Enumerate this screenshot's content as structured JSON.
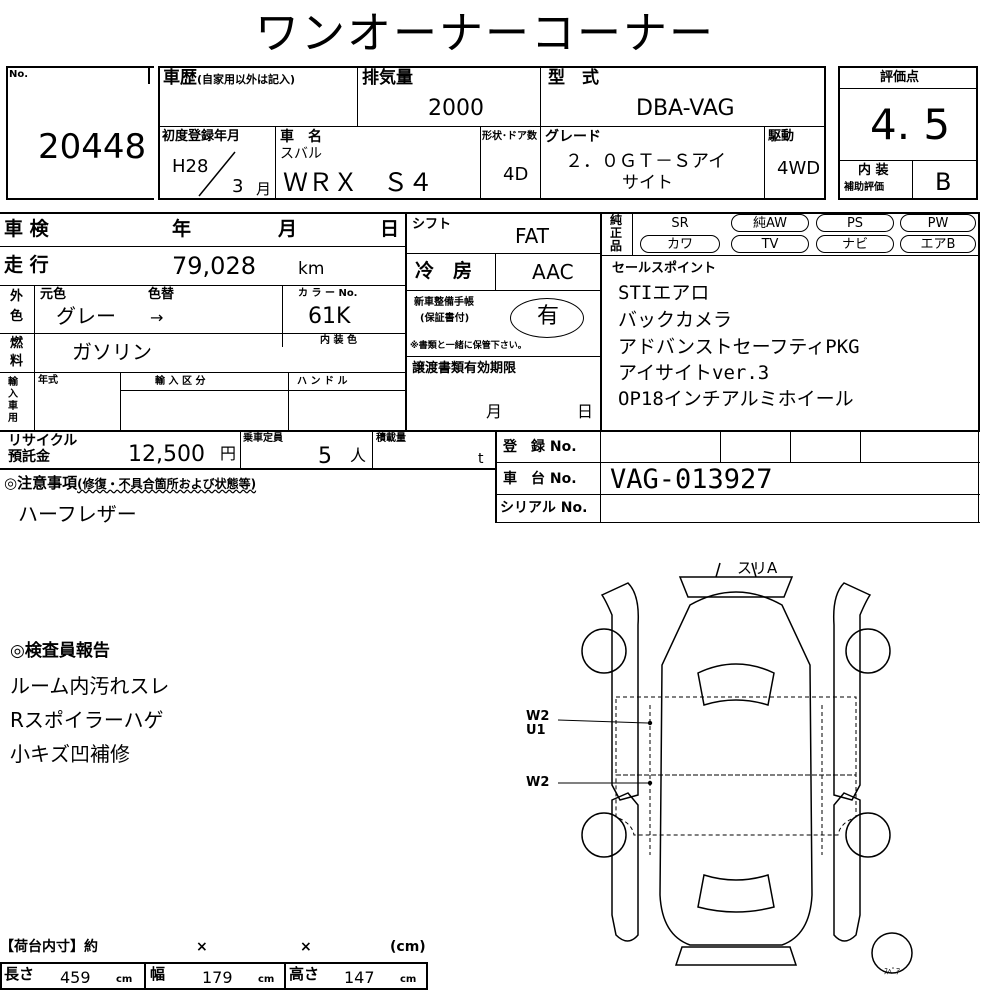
{
  "title": "ワンオーナーコーナー",
  "no": {
    "label": "No.",
    "value": "20448"
  },
  "history": {
    "label": "車歴",
    "note": "(自家用以外は記入)"
  },
  "displacement": {
    "label": "排気量",
    "value": "2000"
  },
  "model": {
    "label": "型　式",
    "value": "DBA-VAG"
  },
  "rating": {
    "label": "評価点",
    "value": "4. 5",
    "interior_label": "内 装",
    "interior_sub": "補助評価",
    "interior_value": "B"
  },
  "first_reg": {
    "label": "初度登録年月",
    "era": "H28",
    "month": "3",
    "month_unit": "月"
  },
  "car_name": {
    "label": "車　名",
    "maker": "スバル",
    "value": "ＷＲＸ　Ｓ４"
  },
  "doors": {
    "label": "形状･ドア数",
    "value": "4D"
  },
  "grade": {
    "label": "グレード",
    "line1": "２．０ＧＴ－Ｓアイ",
    "line2": "サイト"
  },
  "drive": {
    "label": "駆動",
    "value": "4WD"
  },
  "shaken": {
    "label": "車 検",
    "year": "年",
    "month": "月",
    "day": "日"
  },
  "shift": {
    "label": "シフト",
    "value": "FAT"
  },
  "mileage": {
    "label": "走 行",
    "value": "79,028",
    "unit": "km"
  },
  "ac": {
    "label": "冷　房",
    "value": "AAC"
  },
  "genuine": {
    "label1": "純",
    "label2": "正",
    "label3": "品",
    "options": [
      "SR",
      "純AW",
      "PS",
      "PW",
      "カワ",
      "TV",
      "ナビ",
      "エアB"
    ]
  },
  "color": {
    "side1": "外",
    "side2": "色",
    "orig_label": "元色",
    "change_label": "色替",
    "orig_value": "グレー",
    "arrow": "→",
    "code_label": "カ ラ ー No.",
    "code_value": "61K",
    "interior_label": "内 装 色"
  },
  "service_book": {
    "label1": "新車整備手帳",
    "label2": "(保証書付)",
    "value": "有",
    "note": "※書類と一緒に保管下さい。"
  },
  "fuel": {
    "side1": "燃",
    "side2": "料",
    "value": "ガソリン"
  },
  "sales_points": {
    "label": "セールスポイント",
    "items": [
      "STIエアロ",
      "バックカメラ",
      "アドバンストセーフティPKG",
      "アイサイトver.3",
      "OP18インチアルミホイール"
    ]
  },
  "import": {
    "side": "輸入車用",
    "year_label": "年式",
    "class_label": "輸 入 区 分",
    "handle_label": "ハ ン ド ル"
  },
  "transfer": {
    "label": "譲渡書類有効期限",
    "month": "月",
    "day": "日"
  },
  "recycle": {
    "label1": "リサイクル",
    "label2": "預託金",
    "value": "12,500",
    "unit": "円"
  },
  "capacity": {
    "label": "乗車定員",
    "value": "5",
    "unit": "人"
  },
  "load": {
    "label": "積載量",
    "unit": "t"
  },
  "registration": {
    "label": "登　録 No."
  },
  "chassis": {
    "label": "車　台 No.",
    "value": "VAG-013927"
  },
  "serial": {
    "label": "シリアル No."
  },
  "notes": {
    "label": "◎注意事項",
    "label_note": "(修復・不具合箇所および状態等)",
    "value": "ハーフレザー"
  },
  "inspector": {
    "label": "◎検査員報告",
    "lines": [
      "ルーム内汚れスレ",
      "Rスポイラーハゲ",
      "小キズ凹補修"
    ]
  },
  "diagram": {
    "top": "スリA",
    "mark1a": "W2",
    "mark1b": "U1",
    "mark2": "W2",
    "spare": "ｽﾍﾟｱ"
  },
  "cargo": {
    "label": "【荷台内寸】約",
    "x1": "×",
    "x2": "×",
    "unit_label": "(cm)",
    "length_label": "長さ",
    "length": "459",
    "width_label": "幅",
    "width": "179",
    "height_label": "高さ",
    "height": "147",
    "cm": "cm"
  }
}
